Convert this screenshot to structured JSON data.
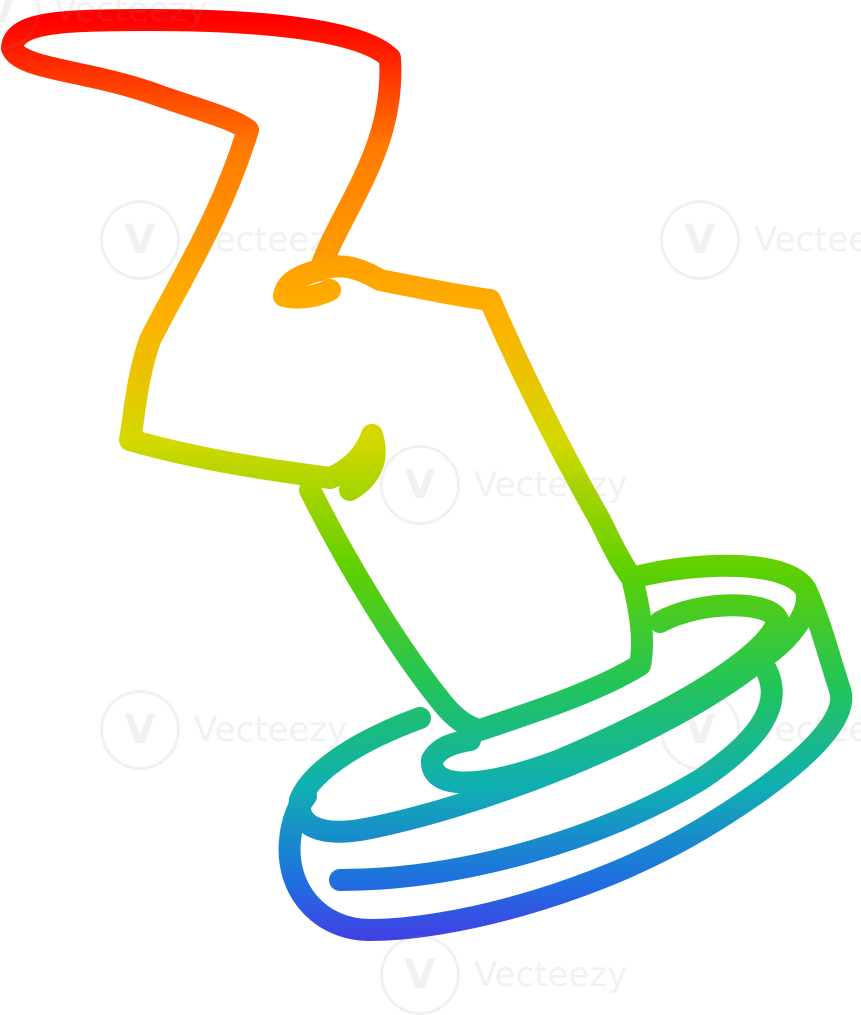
{
  "illustration": {
    "subject": "cartoon push pin",
    "stroke_gradient": [
      "#ff0000",
      "#ff7a00",
      "#ffc000",
      "#c8e000",
      "#4ccc00",
      "#20c050",
      "#10b0b0",
      "#1f6fe0",
      "#5a1ee8"
    ]
  },
  "watermark": {
    "text": "Vecteezy",
    "logo_glyph": "V",
    "color": "#e6e6e6",
    "icon": "vecteezy-logo-icon"
  }
}
